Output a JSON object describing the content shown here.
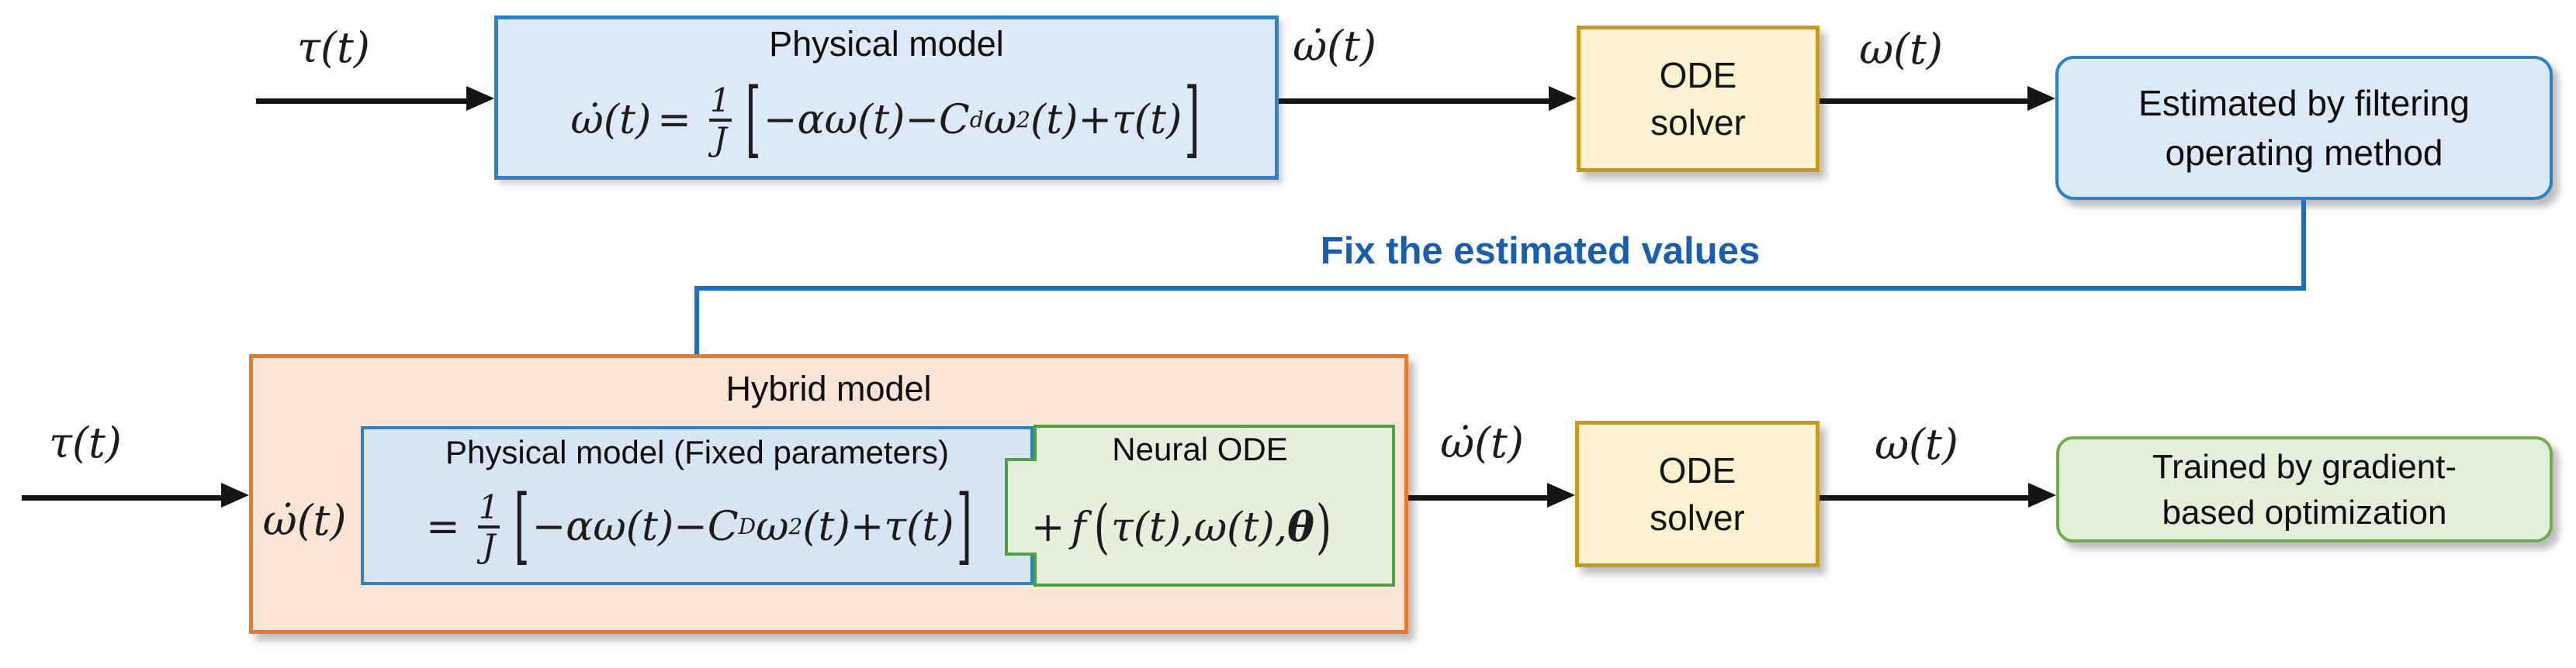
{
  "palette": {
    "blue_border": "#2E81C4",
    "blue_fill": "#DCE9F6",
    "blue_fill_inner": "#D7E5F3",
    "yellow_fill": "#FDF2CF",
    "yellow_border": "#C9991D",
    "orange_fill": "#FCE5D6",
    "orange_border": "#E8792F",
    "green_fill": "#E4F0DC",
    "green_border": "#4EA041",
    "round_green_fill": "#E2F0DA",
    "round_green_border": "#71AC51",
    "connector": "#1D6FC5",
    "fix_text": "#1A5FAE"
  },
  "top_row": {
    "input_label": "τ(t)",
    "physical_box": {
      "title": "Physical model"
    },
    "deriv_label": "ω̇(t)",
    "ode_solver": {
      "line1": "ODE",
      "line2": "solver"
    },
    "omega_label": "ω(t)",
    "estimated_box": {
      "line1": "Estimated by filtering",
      "line2": "operating method"
    }
  },
  "connector": {
    "label": "Fix the estimated values"
  },
  "bottom_row": {
    "input_label": "τ(t)",
    "hybrid_box": {
      "title": "Hybrid model"
    },
    "physical_box": {
      "title": "Physical model (Fixed parameters)"
    },
    "neural_box": {
      "title": "Neural ODE"
    },
    "deriv_label": "ω̇(t)",
    "ode_solver": {
      "line1": "ODE",
      "line2": "solver"
    },
    "omega_label": "ω(t)",
    "trained_box": {
      "line1": "Trained by gradient-",
      "line2": "based optimization"
    }
  },
  "equations": {
    "top": {
      "lhs": "ω̇(t)",
      "eq": "=",
      "num": "1",
      "den": "J",
      "open": "[",
      "t1": "−αω(t)−C",
      "sub1": "d",
      "t2": "ω",
      "sup1": "2",
      "t3": "(t)+τ(t)",
      "close": "]"
    },
    "hybrid_lhs": "ω̇(t)",
    "hybrid_phys": {
      "eq": "=",
      "num": "1",
      "den": "J",
      "open": "[",
      "t1": "−αω(t)−C",
      "sub1": "D",
      "t2": "ω",
      "sup1": "2",
      "t3": "(t)+τ(t)",
      "close": "]"
    },
    "hybrid_neural": {
      "plus": "+",
      "f": "f",
      "open": "(",
      "args": "τ(t),ω(t),",
      "theta": "θ",
      "close": ")"
    }
  }
}
